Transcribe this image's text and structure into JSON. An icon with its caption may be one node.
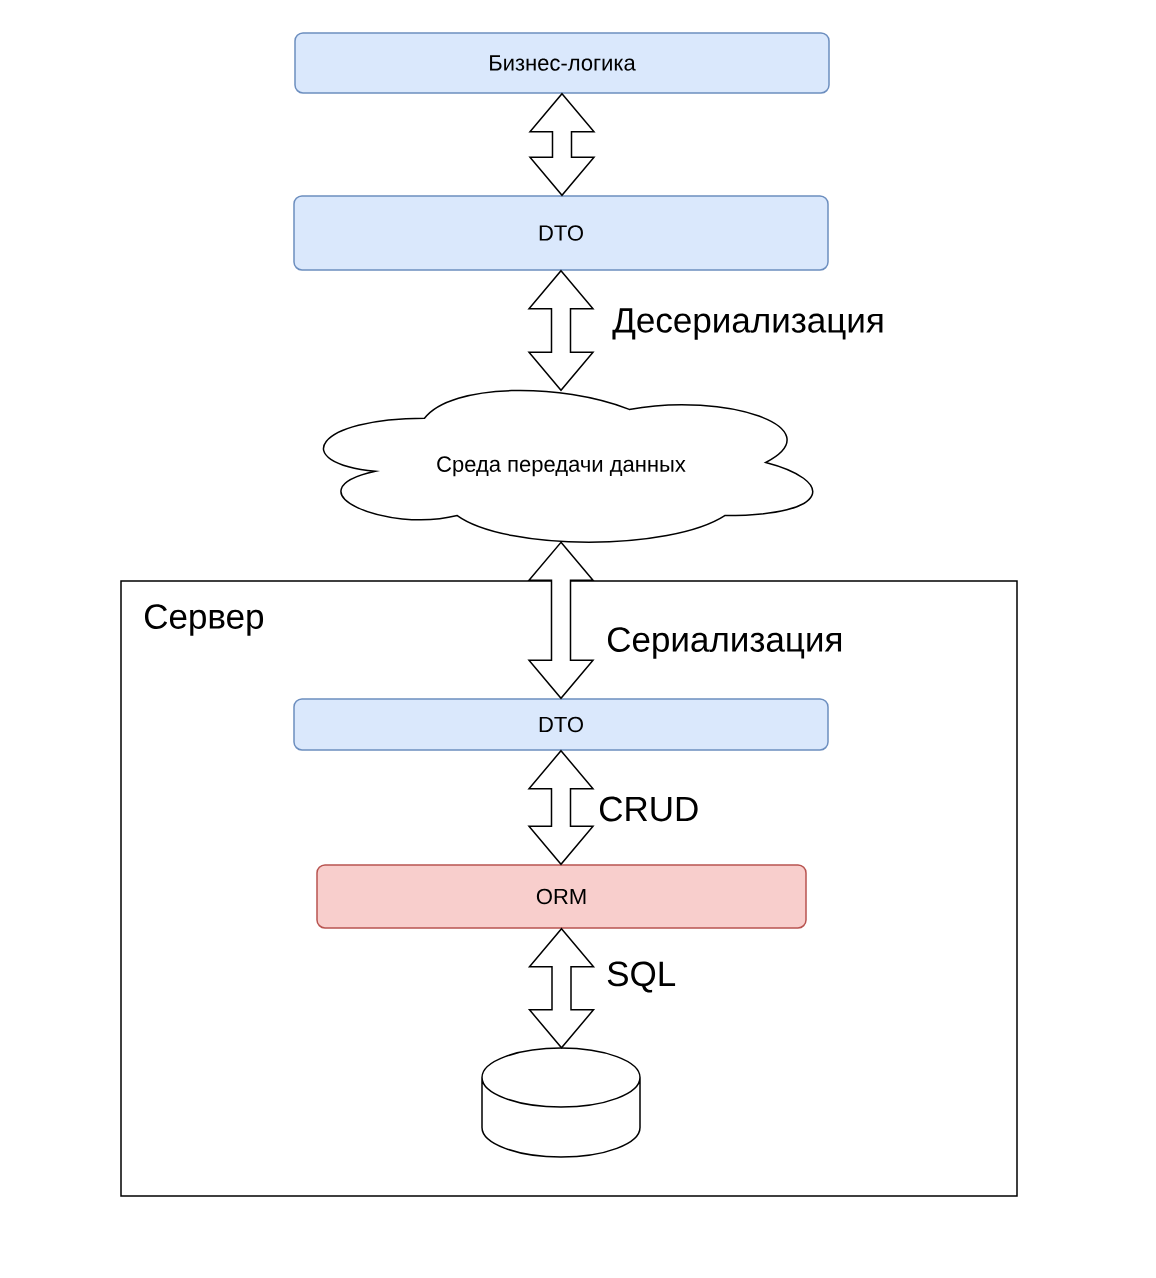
{
  "diagram": {
    "nodes": [
      {
        "text": [
          "Бизнес-логика"
        ]
      },
      {
        "text": [
          "DTO"
        ]
      },
      {
        "text": [
          "Среда передачи данных"
        ]
      },
      {
        "text": [
          "Сервер"
        ]
      },
      {
        "text": [
          "DTO"
        ],
        "in": 3
      },
      {
        "text": [
          "ORM"
        ],
        "in": 3
      },
      {
        "text": [],
        "shape": "cylinder",
        "in": 3
      }
    ],
    "edges": [
      {
        "from": 0,
        "to": 1,
        "arrow": "both"
      },
      {
        "from": 1,
        "to": 2,
        "arrow": "both",
        "label": "Десериализация"
      },
      {
        "from": 2,
        "to": 4,
        "arrow": "both",
        "label": "Сериализация"
      },
      {
        "from": 4,
        "to": 5,
        "arrow": "both",
        "label": "CRUD"
      },
      {
        "from": 5,
        "to": 6,
        "arrow": "both",
        "label": "SQL"
      }
    ]
  }
}
